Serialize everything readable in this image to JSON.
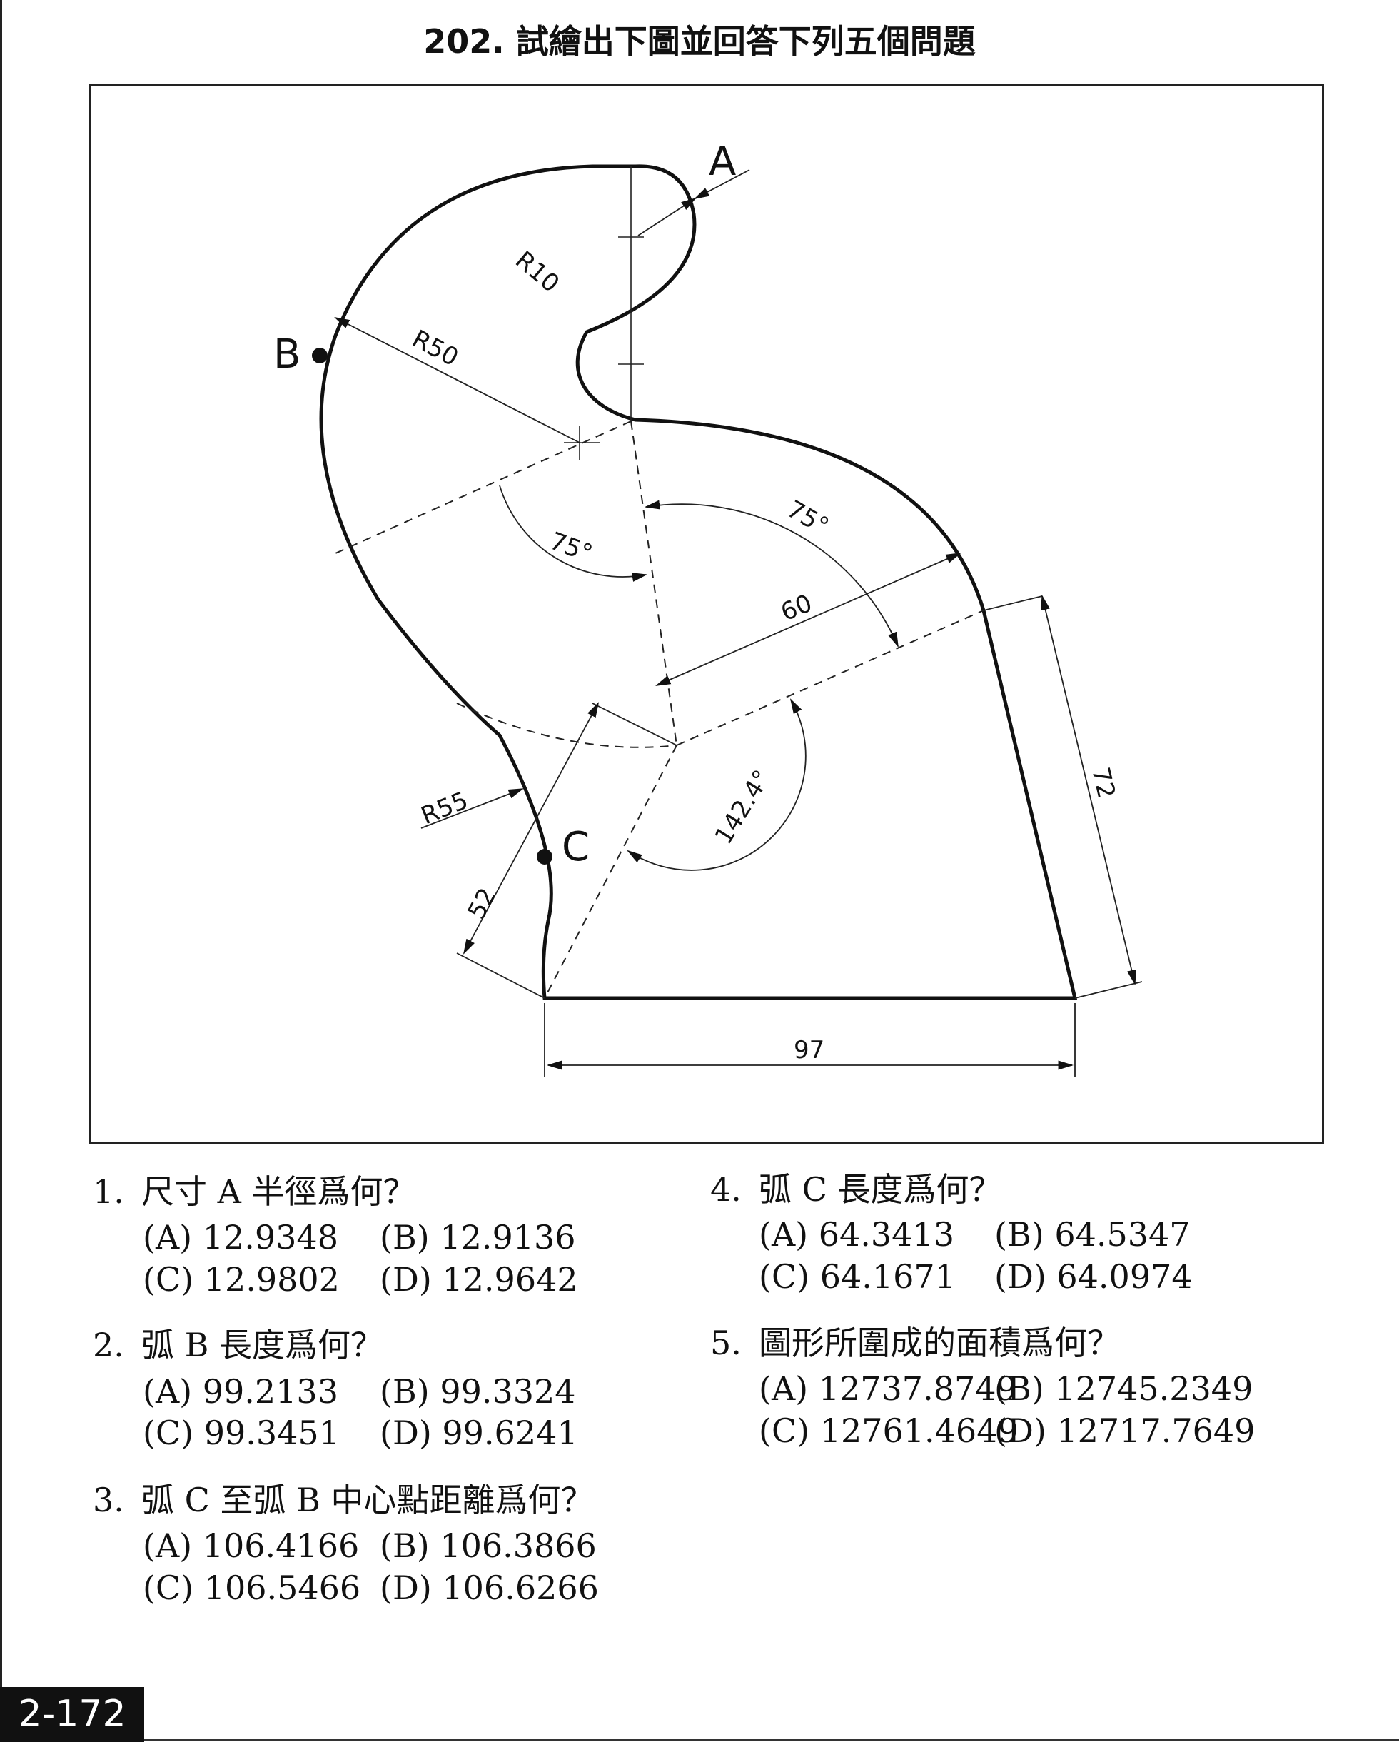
{
  "title": "202. 試繪出下圖並回答下列五個問題",
  "drawing": {
    "point_labels": {
      "A": "A",
      "B": "B",
      "C": "C"
    },
    "dimensions": {
      "r10": "R10",
      "r50": "R50",
      "r55": "R55",
      "angle_left": "75°",
      "angle_right": "75°",
      "angle_center": "142.4°",
      "d60": "60",
      "d72": "72",
      "d52": "52",
      "d97": "97"
    }
  },
  "questions": [
    {
      "num": "1.",
      "text": "尺寸 A 半徑爲何？",
      "options": [
        "(A) 12.9348",
        "(B) 12.9136",
        "(C) 12.9802",
        "(D) 12.9642"
      ]
    },
    {
      "num": "2.",
      "text": "弧 B 長度爲何？",
      "options": [
        "(A) 99.2133",
        "(B) 99.3324",
        "(C) 99.3451",
        "(D) 99.6241"
      ]
    },
    {
      "num": "3.",
      "text": "弧 C 至弧 B 中心點距離爲何？",
      "options": [
        "(A) 106.4166",
        "(B) 106.3866",
        "(C) 106.5466",
        "(D) 106.6266"
      ]
    },
    {
      "num": "4.",
      "text": "弧 C 長度爲何？",
      "options": [
        "(A) 64.3413",
        "(B) 64.5347",
        "(C) 64.1671",
        "(D) 64.0974"
      ]
    },
    {
      "num": "5.",
      "text": "圖形所圍成的面積爲何？",
      "options": [
        "(A) 12737.8749",
        "(B) 12745.2349",
        "(C) 12761.4649",
        "(D) 12717.7649"
      ]
    }
  ],
  "page_number": "2-172"
}
